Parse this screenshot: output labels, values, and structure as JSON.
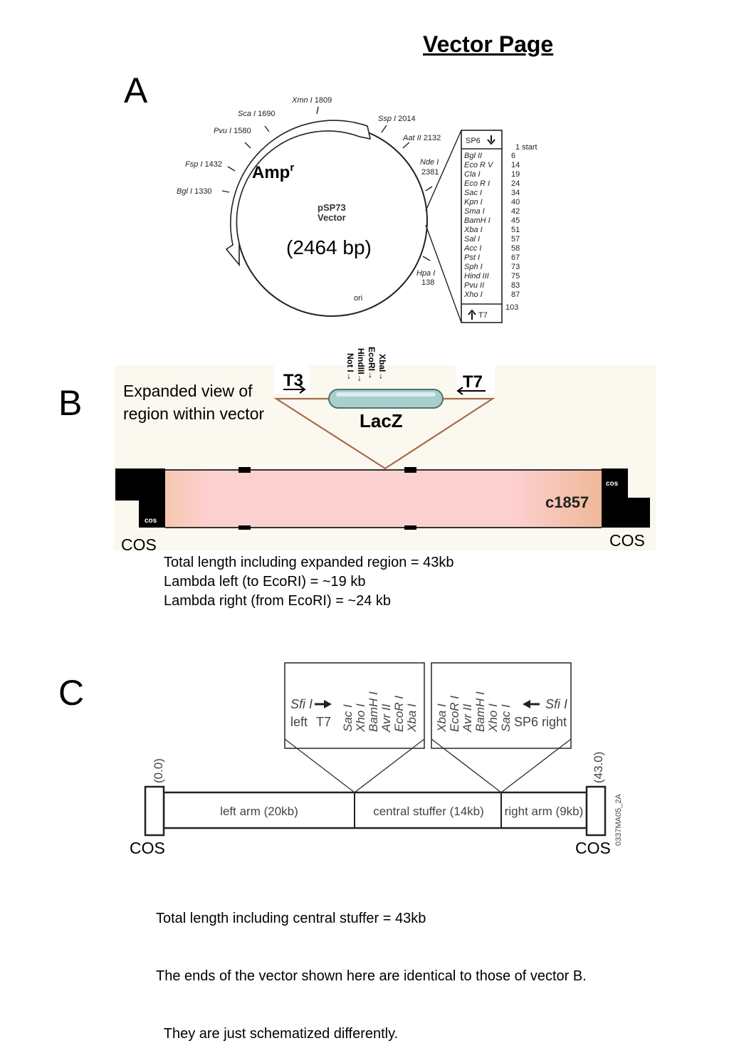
{
  "page_title": "Vector Page",
  "panels": {
    "a": {
      "letter": "A",
      "plasmid_name_line1": "pSP73",
      "plasmid_name_line2": "Vector",
      "size_label": "(2464 bp)",
      "resistance_label": "Amp",
      "resistance_superscript": "r",
      "ori_label": "ori",
      "sites": [
        {
          "name": "Xmn I",
          "pos": "1809"
        },
        {
          "name": "Sca I",
          "pos": "1690"
        },
        {
          "name": "Pvu I",
          "pos": "1580"
        },
        {
          "name": "Fsp I",
          "pos": "1432"
        },
        {
          "name": "Bgl I",
          "pos": "1330"
        },
        {
          "name": "Ssp I",
          "pos": "2014"
        },
        {
          "name": "Aat II",
          "pos": "2132"
        },
        {
          "name": "Nde I",
          "pos": "2381"
        },
        {
          "name": "Hpa I",
          "pos": "138"
        }
      ],
      "mcs_header": "SP6",
      "mcs_footer": "T7",
      "mcs_start": "1 start",
      "mcs_end": "103",
      "mcs_sites": [
        {
          "name": "Bgl II",
          "pos": "6"
        },
        {
          "name": "Eco R V",
          "pos": "14"
        },
        {
          "name": "Cla I",
          "pos": "19"
        },
        {
          "name": "Eco R I",
          "pos": "24"
        },
        {
          "name": "Sac I",
          "pos": "34"
        },
        {
          "name": "Kpn I",
          "pos": "40"
        },
        {
          "name": "Sma I",
          "pos": "42"
        },
        {
          "name": "BamH I",
          "pos": "45"
        },
        {
          "name": "Xba I",
          "pos": "51"
        },
        {
          "name": "Sal I",
          "pos": "57"
        },
        {
          "name": "Acc I",
          "pos": "58"
        },
        {
          "name": "Pst I",
          "pos": "67"
        },
        {
          "name": "Sph I",
          "pos": "73"
        },
        {
          "name": "Hind III",
          "pos": "75"
        },
        {
          "name": "Pvu II",
          "pos": "83"
        },
        {
          "name": "Xho I",
          "pos": "87"
        }
      ]
    },
    "b": {
      "letter": "B",
      "caption_line1": "Expanded view of",
      "caption_line2": "region within vector",
      "t3": "T3",
      "t7": "T7",
      "lacz": "LacZ",
      "vertical_sites": [
        "Not I→",
        "HindIII→",
        "EcoRI→",
        "XbaI→"
      ],
      "c1857": "c1857",
      "cos_small": "cos",
      "cos_left": "COS",
      "cos_right": "COS",
      "notes": [
        "Total length including expanded region = 43kb",
        "Lambda left (to EcoRI) = ~19 kb",
        "Lambda right (from EcoRI) = ~24 kb"
      ]
    },
    "c": {
      "letter": "C",
      "left_box_sites": [
        "Sac I",
        "Xho I",
        "BamH I",
        "Avr II",
        "EcoR I",
        "Xba I"
      ],
      "right_box_sites": [
        "Xba I",
        "EcoR I",
        "Avr II",
        "BamH I",
        "Xho I",
        "Sac I"
      ],
      "sfi_left": "Sfi I",
      "left_word": "left",
      "t7": "T7",
      "sfi_right": "Sfi I",
      "sp6_right": "SP6 right",
      "coord_left": "(0.0)",
      "coord_right": "(43.0)",
      "catalog_code": "0337MA05_2A",
      "left_arm": "left arm (20kb)",
      "central": "central stuffer (14kb)",
      "right_arm": "right arm (9kb)",
      "cos_left": "COS",
      "cos_right": "COS",
      "notes": [
        "Total length including central stuffer = 43kb",
        "The ends of the vector shown here are identical to those of vector B.",
        "  They are just schematized differently."
      ]
    }
  }
}
